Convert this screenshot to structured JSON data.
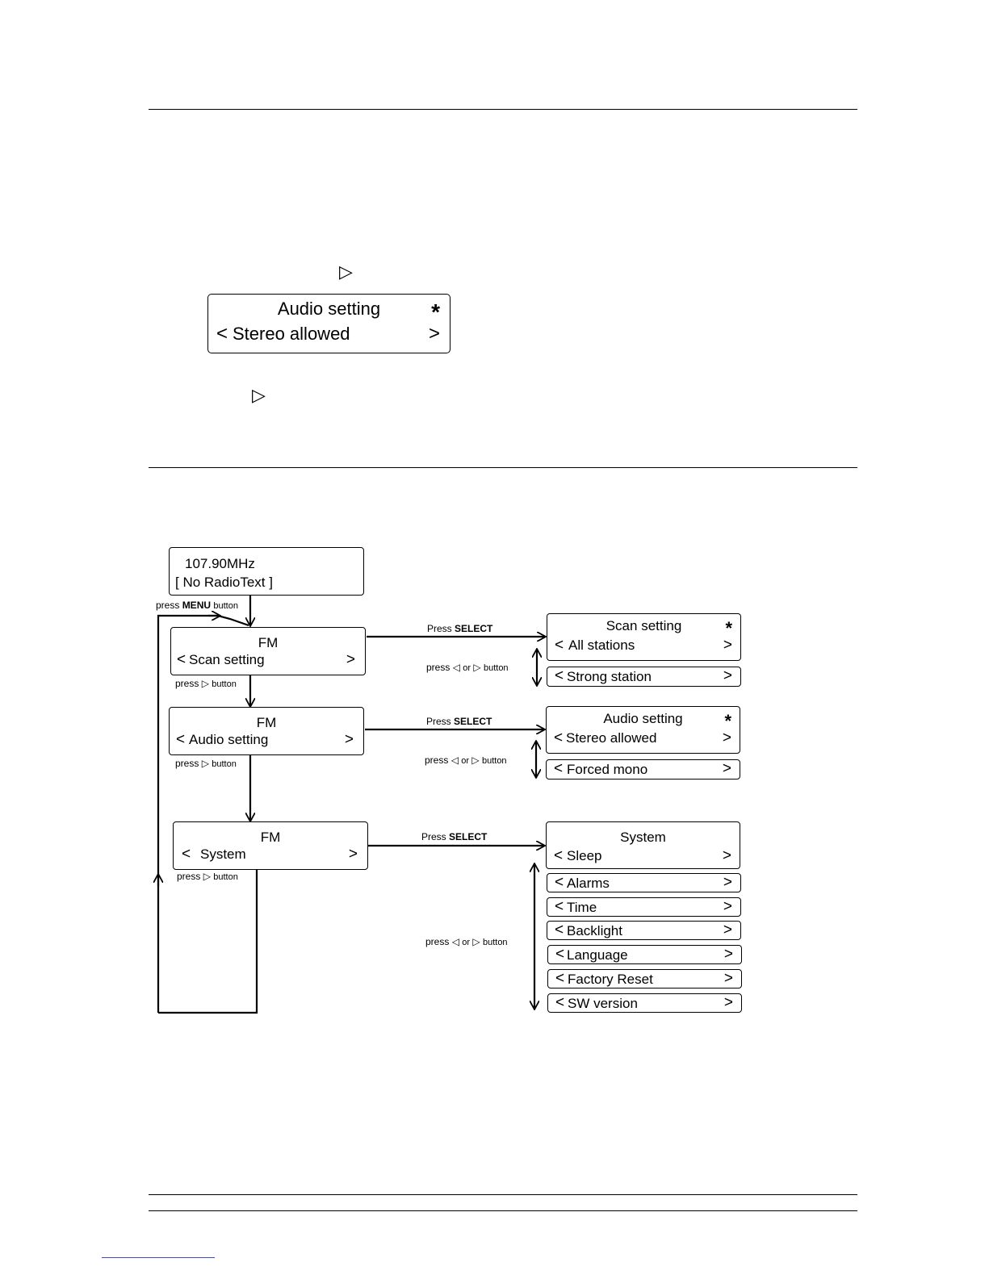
{
  "top_example": {
    "right_tri": "▷",
    "title": "Audio setting",
    "star": "*",
    "left_chevron": "<",
    "value": "Stereo allowed",
    "right_chevron": ">",
    "bottom_tri": "▷"
  },
  "diagram": {
    "start": {
      "line1": "107.90MHz",
      "line2": "[ No RadioText ]"
    },
    "press_menu": {
      "pre": "press",
      "bold": "MENU",
      "post": "button"
    },
    "press_select": {
      "pre": "Press",
      "bold": "SELECT"
    },
    "press_right": {
      "pre": "press",
      "tri": "▷",
      "post": "button"
    },
    "press_lr": {
      "pre": "press",
      "tri_left": "◁",
      "or": "or",
      "tri_right": "▷",
      "post": "button"
    },
    "menus": [
      {
        "title": "FM",
        "item": "Scan setting"
      },
      {
        "title": "FM",
        "item": "Audio setting"
      },
      {
        "title": "FM",
        "item": "System"
      }
    ],
    "scan_setting": {
      "title": "Scan setting",
      "star": "*",
      "value": "All stations",
      "option": "Strong station"
    },
    "audio_setting": {
      "title": "Audio setting",
      "star": "*",
      "value": "Stereo allowed",
      "option": "Forced mono"
    },
    "system": {
      "title": "System",
      "value": "Sleep",
      "options": [
        "Alarms",
        "Time",
        "Backlight",
        "Language",
        "Factory Reset",
        "SW version"
      ]
    },
    "chev_left": "<",
    "chev_right": ">"
  }
}
